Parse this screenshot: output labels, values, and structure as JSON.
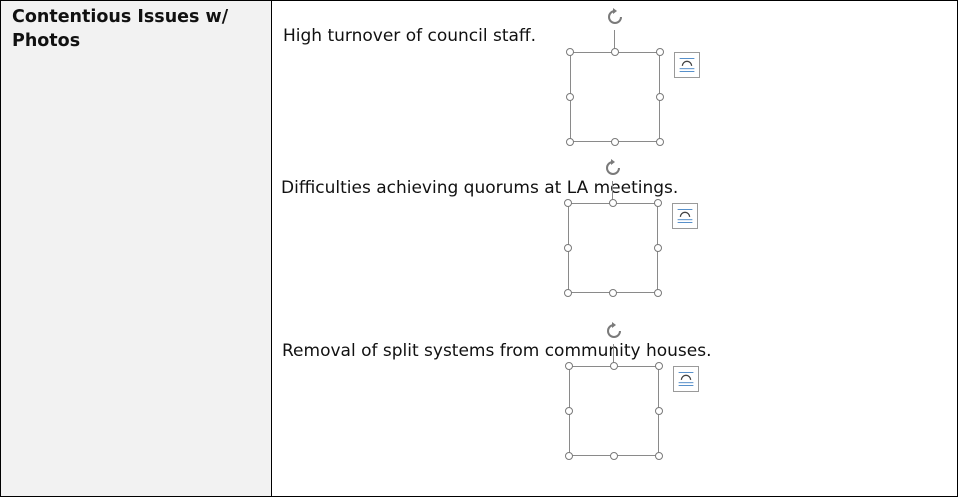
{
  "table": {
    "label": "Contentious Issues w/ Photos",
    "issues": [
      {
        "text": "High turnover of council staff."
      },
      {
        "text": "Difficulties achieving quorums at LA meetings."
      },
      {
        "text": "Removal of split systems from community houses."
      }
    ]
  },
  "icons": {
    "rotate": "rotate-handle-icon",
    "layout": "layout-options-icon"
  },
  "colors": {
    "label_cell_bg": "#f2f2f2",
    "border": "#000000",
    "handle": "#7a7a7a"
  }
}
